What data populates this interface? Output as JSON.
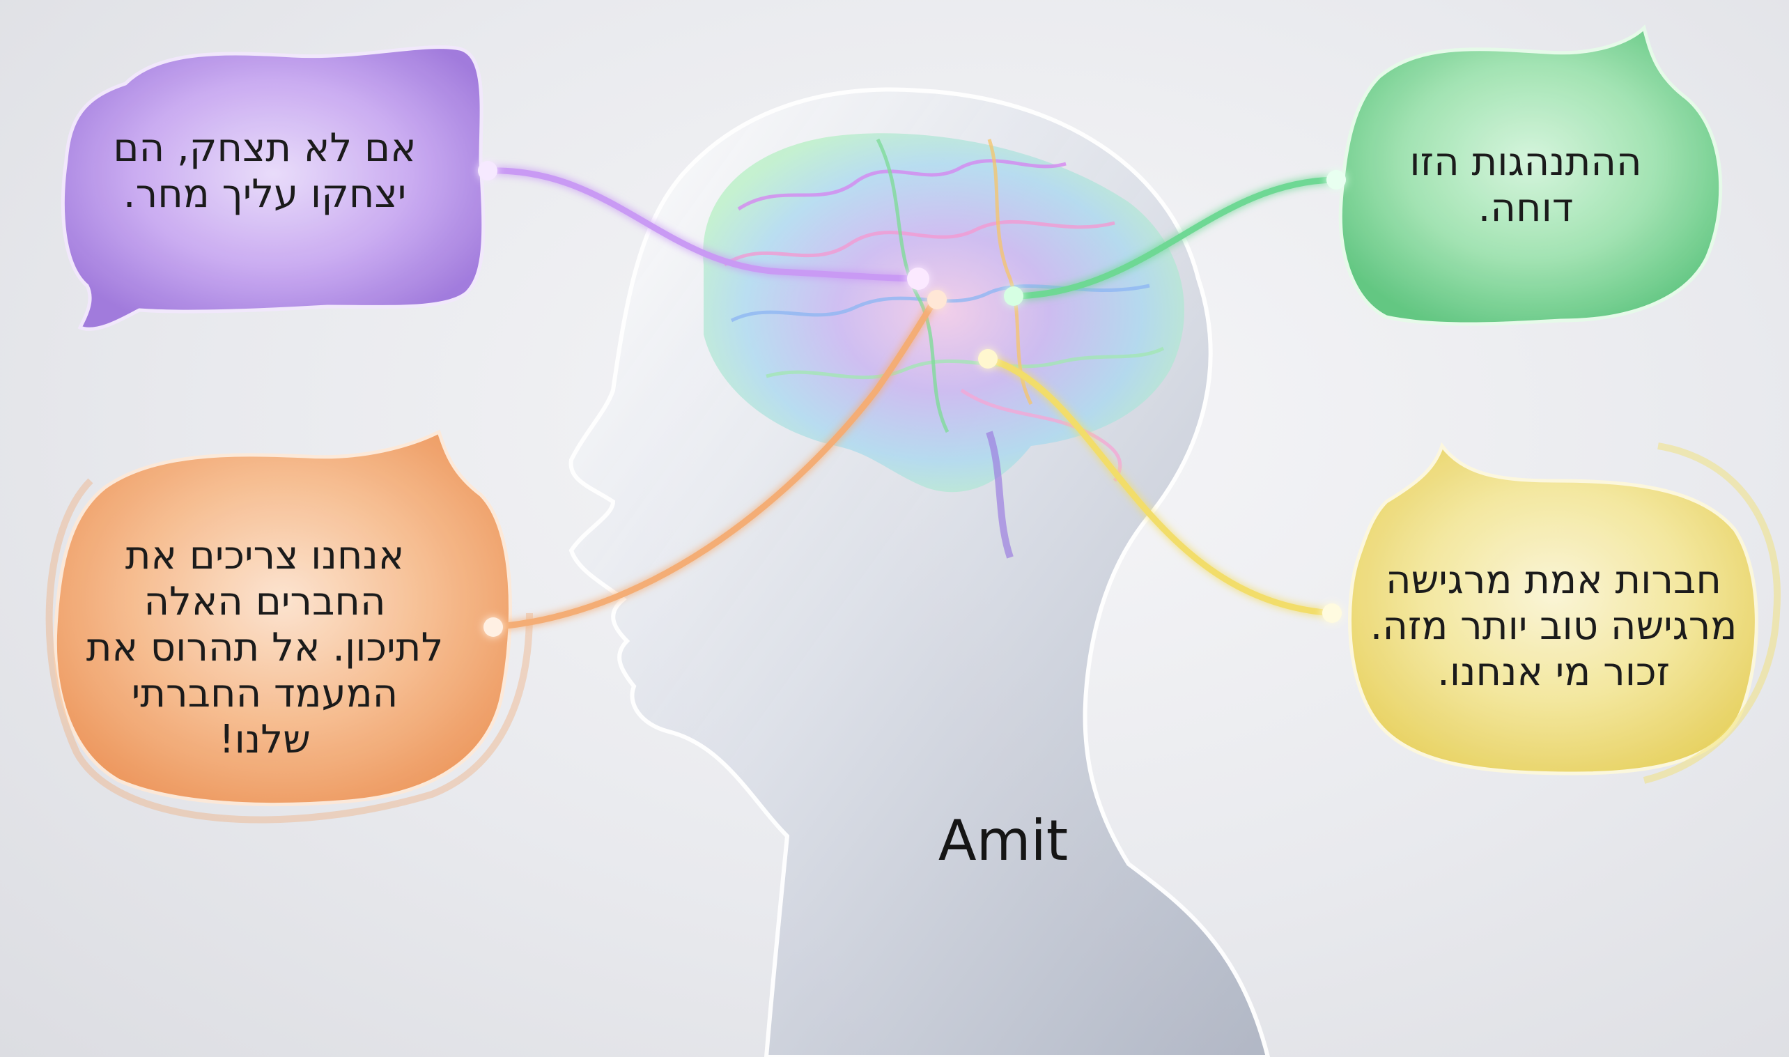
{
  "bubbles": {
    "purple": {
      "lines": [
        "אם לא תצחק, הם",
        "יצחקו עליך מחר."
      ],
      "color": "#a77be0"
    },
    "green": {
      "lines": [
        "ההתנהגות הזו",
        "דוחה."
      ],
      "color": "#5fd08a"
    },
    "orange": {
      "lines": [
        "אנחנו צריכים את",
        "החברים האלה",
        "לתיכון. אל תהרוס את",
        "המעמד החברתי",
        "שלנו!"
      ],
      "color": "#f2a36a"
    },
    "yellow": {
      "lines": [
        "חברות אמת מרגישה",
        "מרגישה טוב יותר מזה.",
        "זכור מי אנחנו."
      ],
      "color": "#f2e06a"
    }
  },
  "person_label": "Amit"
}
